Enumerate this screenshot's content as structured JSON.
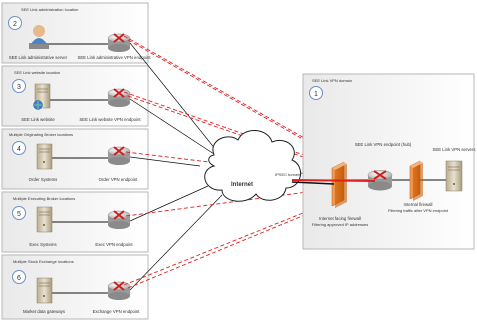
{
  "sites": [
    {
      "num": "2",
      "title": "SEE Link administration location",
      "left_label": "SEE Link administrative server",
      "right_label": "SEE Link administrative VPN endpoint",
      "left_device": "admin-workstation"
    },
    {
      "num": "3",
      "title": "SEE Link website location",
      "left_label": "SEE Link website",
      "right_label": "SEE Link website VPN endpoint",
      "left_device": "web-server"
    },
    {
      "num": "4",
      "title": "Multiple Originating Broker locations",
      "left_label": "Order Systems",
      "right_label": "Order VPN endpoint",
      "left_device": "server"
    },
    {
      "num": "5",
      "title": "Multiple Executing Broker locations",
      "left_label": "Exec Systems",
      "right_label": "Exec VPN endpoint",
      "left_device": "server"
    },
    {
      "num": "6",
      "title": "Multiple Stock Exchange locations",
      "left_label": "Market data gateways",
      "right_label": "Exchange VPN endpoint",
      "left_device": "server"
    }
  ],
  "internet": {
    "label": "Internet",
    "connection_label": "IPSEC tunnels"
  },
  "hub": {
    "num": "1",
    "title": "SEE Link VPN domain",
    "ext_firewall_label": "Internet facing firewall",
    "ext_firewall_sub": "Filtering approved IP addresses",
    "vpn_label": "SEE Link VPN endpoint (hub)",
    "int_firewall_label": "Internal firewall",
    "int_firewall_sub": "Filtering traffic after VPN endpoint",
    "server_label": "SEE Link VPN servers"
  },
  "colors": {
    "tunnel": "#e02020",
    "link": "#111111",
    "firewall": "#e8771e",
    "panel_border": "#b7b7b7",
    "number_ring": "#6d8fc7"
  }
}
